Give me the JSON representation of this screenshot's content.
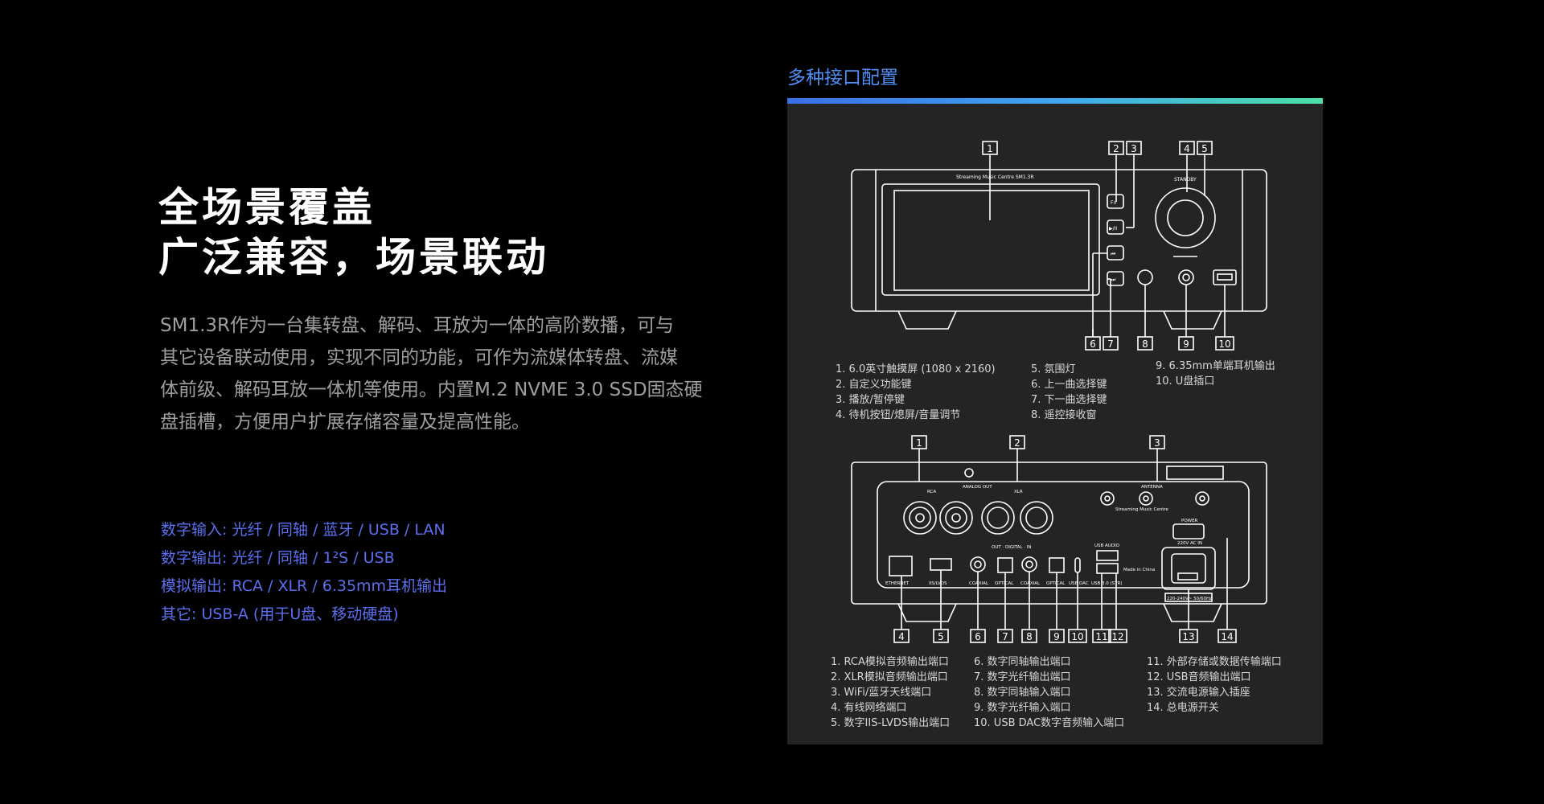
{
  "hero": {
    "line1": "全场景覆盖",
    "line2": "广泛兼容，场景联动"
  },
  "description": [
    "SM1.3R作为一台集转盘、解码、耳放为一体的高阶数播，可与",
    "其它设备联动使用，实现不同的功能，可作为流媒体转盘、流媒",
    "体前级、解码耳放一体机等使用。内置M.2 NVME 3.0 SSD固态硬",
    "盘插槽，方便用户扩展存储容量及提高性能。"
  ],
  "specs": [
    "数字输入: 光纤 / 同轴 / 蓝牙 /  USB / LAN",
    "数字输出: 光纤 / 同轴 / 1²S / USB",
    "模拟输出: RCA / XLR / 6.35mm耳机输出",
    "其它: USB-A (用于U盘、移动硬盘)"
  ],
  "panel": {
    "title": "多种接口配置",
    "front": {
      "device_label": "Streaming Music Centre  SM1.3R",
      "standby_label": "STANDBY",
      "button_labels": [
        "Fn",
        "▶/II",
        "⏮",
        "⏭"
      ],
      "callouts": [
        "1",
        "2",
        "3",
        "4",
        "5",
        "6",
        "7",
        "8",
        "9",
        "10"
      ],
      "legend_col1": [
        "1. 6.0英寸触摸屏 (1080 x 2160)",
        "2. 自定义功能键",
        "3. 播放/暂停键",
        "4. 待机按钮/熄屏/音量调节"
      ],
      "legend_col2": [
        "5. 氛围灯",
        "6. 上一曲选择键",
        "7. 下一曲选择键",
        "8. 遥控接收窗"
      ],
      "legend_col3": [
        "9. 6.35mm单端耳机输出",
        "10. U盘插口"
      ]
    },
    "rear": {
      "top_callouts": [
        "1",
        "2",
        "3"
      ],
      "bottom_callouts": [
        "4",
        "5",
        "6",
        "7",
        "8",
        "9",
        "10",
        "11",
        "12",
        "13",
        "14"
      ],
      "labels": {
        "analog_out": "ANALOG OUT",
        "rca": "RCA",
        "xlr": "XLR",
        "antenna": "ANTENNA",
        "power": "POWER",
        "digital": "OUT  ·  DIGITAL  ·  IN",
        "usb_audio": "USB AUDIO",
        "ethernet": "ETHERNET",
        "iisvds": "IIS/LVDS",
        "coaxial_out": "COAXIAL",
        "optical_out": "OPTICAL",
        "coaxial_in": "COAXIAL",
        "optical_in": "OPTICAL",
        "usb_dac": "USB DAC",
        "usb_storage": "USB 3.0 (STR)",
        "ac_in": "220V AC IN",
        "voltage": "220-240V~ 50/60Hz",
        "made_in": "Made in China",
        "model_text": "Streaming Music Centre"
      },
      "legend_col1": [
        "1. RCA模拟音频输出端口",
        "2. XLR模拟音频输出端口",
        "3. WiFi/蓝牙天线端口",
        "4. 有线网络端口",
        "5. 数字IIS-LVDS输出端口"
      ],
      "legend_col2": [
        "6. 数字同轴输出端口",
        "7. 数字光纤输出端口",
        "8. 数字同轴输入端口",
        "9. 数字光纤输入端口",
        "10. USB DAC数字音频输入端口"
      ],
      "legend_col3": [
        "11. 外部存储或数据传输端口",
        "12. USB音频输出端口",
        "13. 交流电源输入插座",
        "14. 总电源开关"
      ]
    }
  },
  "colors": {
    "background": "#000000",
    "panel": "#242424",
    "accent_blue": "#4f8ff6",
    "spec_blue": "#5b6ff0",
    "paragraph": "#9e9e9e"
  }
}
